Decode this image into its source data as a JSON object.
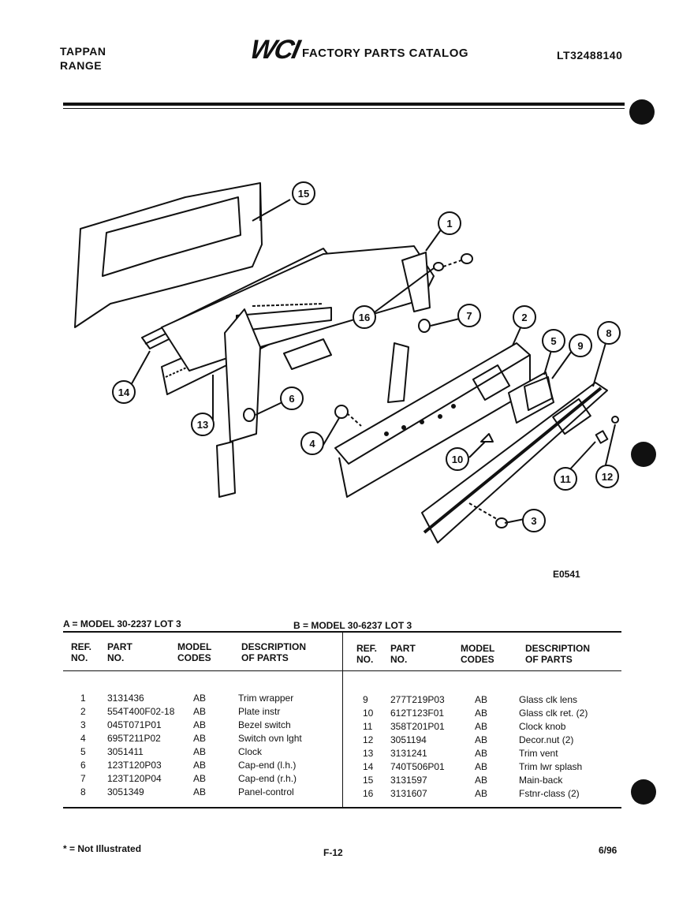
{
  "header": {
    "brand_line1": "TAPPAN",
    "brand_line2": "RANGE",
    "logo": "WCI",
    "catalog_title": "FACTORY PARTS CATALOG",
    "catalog_number": "LT32488140"
  },
  "diagram": {
    "figure_code": "E0541",
    "callouts": [
      "1",
      "2",
      "3",
      "4",
      "5",
      "6",
      "7",
      "8",
      "9",
      "10",
      "11",
      "12",
      "13",
      "14",
      "15",
      "16"
    ]
  },
  "models": {
    "a": "A = MODEL 30-2237 LOT 3",
    "b": "B = MODEL 30-6237 LOT 3"
  },
  "table": {
    "headers": {
      "ref_1": "REF.",
      "ref_2": "NO.",
      "part_1": "PART",
      "part_2": "NO.",
      "model_1": "MODEL",
      "model_2": "CODES",
      "desc_1": "DESCRIPTION",
      "desc_2": "OF PARTS"
    },
    "left_rows": [
      {
        "ref": "1",
        "part": "3131436",
        "codes": "AB",
        "desc": "Trim wrapper"
      },
      {
        "ref": "2",
        "part": "554T400F02-18",
        "codes": "AB",
        "desc": "Plate instr"
      },
      {
        "ref": "3",
        "part": "045T071P01",
        "codes": "AB",
        "desc": "Bezel switch"
      },
      {
        "ref": "4",
        "part": "695T211P02",
        "codes": "AB",
        "desc": "Switch ovn lght"
      },
      {
        "ref": "5",
        "part": "3051411",
        "codes": "AB",
        "desc": "Clock"
      },
      {
        "ref": "6",
        "part": "123T120P03",
        "codes": "AB",
        "desc": "Cap-end (l.h.)"
      },
      {
        "ref": "7",
        "part": "123T120P04",
        "codes": "AB",
        "desc": "Cap-end (r.h.)"
      },
      {
        "ref": "8",
        "part": "3051349",
        "codes": "AB",
        "desc": "Panel-control"
      }
    ],
    "right_rows": [
      {
        "ref": "9",
        "part": "277T219P03",
        "codes": "AB",
        "desc": "Glass clk lens"
      },
      {
        "ref": "10",
        "part": "612T123F01",
        "codes": "AB",
        "desc": "Glass clk ret. (2)"
      },
      {
        "ref": "11",
        "part": "358T201P01",
        "codes": "AB",
        "desc": "Clock knob"
      },
      {
        "ref": "12",
        "part": "3051194",
        "codes": "AB",
        "desc": "Decor.nut (2)"
      },
      {
        "ref": "13",
        "part": "3131241",
        "codes": "AB",
        "desc": "Trim vent"
      },
      {
        "ref": "14",
        "part": "740T506P01",
        "codes": "AB",
        "desc": "Trim lwr splash"
      },
      {
        "ref": "15",
        "part": "3131597",
        "codes": "AB",
        "desc": "Main-back"
      },
      {
        "ref": "16",
        "part": "3131607",
        "codes": "AB",
        "desc": "Fstnr-class (2)"
      }
    ]
  },
  "footer": {
    "note": "* = Not Illustrated",
    "page": "F-12",
    "date": "6/96"
  }
}
